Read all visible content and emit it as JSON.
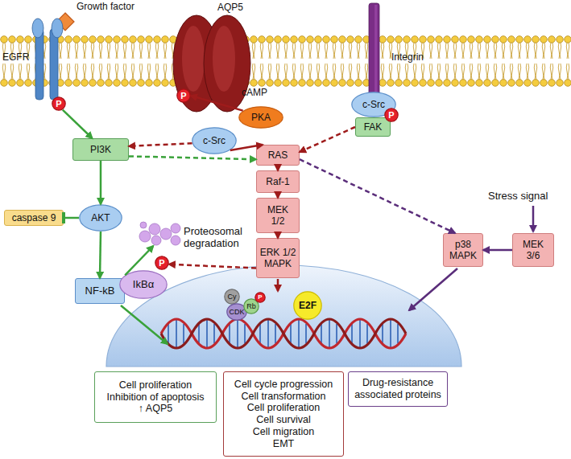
{
  "diagram": {
    "nodes": [
      {
        "text": [
          "Growth factor"
        ]
      },
      {
        "text": [
          "EGFR"
        ]
      },
      {
        "text": [
          "P"
        ]
      },
      {
        "text": [
          "AQP5"
        ]
      },
      {
        "text": [
          "P"
        ]
      },
      {
        "text": [
          "cAMP",
          "PKA"
        ]
      },
      {
        "text": [
          "Integrin"
        ]
      },
      {
        "text": [
          "c-Src"
        ]
      },
      {
        "text": [
          "c-Src"
        ]
      },
      {
        "text": [
          "FAK"
        ]
      },
      {
        "text": [
          "P"
        ]
      },
      {
        "text": [
          "PI3K"
        ]
      },
      {
        "text": [
          "RAS"
        ]
      },
      {
        "text": [
          "Raf-1"
        ]
      },
      {
        "text": [
          "MEK 1/2"
        ]
      },
      {
        "text": [
          "AKT"
        ]
      },
      {
        "text": [
          "caspase 9"
        ]
      },
      {
        "text": [
          "Proteosomal degradation"
        ]
      },
      {
        "text": [
          "ERK 1/2 MAPK"
        ]
      },
      {
        "text": [
          "p38 MAPK"
        ]
      },
      {
        "text": [
          "MEK 3/6"
        ]
      },
      {
        "text": [
          "P"
        ]
      },
      {
        "text": [
          "NF-kB"
        ]
      },
      {
        "text": [
          "IkBα"
        ]
      },
      {
        "text": [
          "Cy"
        ]
      },
      {
        "text": [
          "CDK"
        ]
      },
      {
        "text": [
          "Rb"
        ]
      },
      {
        "text": [
          "P"
        ]
      },
      {
        "text": [
          "E2F"
        ]
      },
      {
        "text": [
          "Cell proliferation",
          "Inhibition of apoptosis",
          "↑ AQP5"
        ]
      },
      {
        "text": [
          "Cell cycle progression",
          "Cell transformation",
          "Cell proliferation",
          "Cell survival",
          "Cell migration",
          "EMT"
        ]
      },
      {
        "text": [
          "Drug-resistance associated proteins"
        ]
      }
    ],
    "edges": [
      {
        "from": 2,
        "to": 11,
        "arrow": "to"
      },
      {
        "from": 5,
        "to": 4,
        "arrow": "to"
      },
      {
        "from": 7,
        "to": 11,
        "arrow": "to"
      },
      {
        "from": 7,
        "to": 12,
        "arrow": "to"
      },
      {
        "from": 11,
        "to": 12,
        "arrow": "to"
      },
      {
        "from": 9,
        "to": 12,
        "arrow": "to"
      },
      {
        "from": 11,
        "to": 15,
        "arrow": "to"
      },
      {
        "from": 15,
        "to": 16,
        "arrow": "to"
      },
      {
        "from": 15,
        "to": 22,
        "arrow": "to"
      },
      {
        "from": 23,
        "to": 17,
        "arrow": "to"
      },
      {
        "from": 18,
        "to": 21,
        "arrow": "to"
      },
      {
        "from": 12,
        "to": 13,
        "arrow": "to"
      },
      {
        "from": 13,
        "to": 14,
        "arrow": "to"
      },
      {
        "from": 14,
        "to": 18,
        "arrow": "to"
      },
      {
        "from": 12,
        "to": 19,
        "arrow": "to"
      },
      {
        "from": 20,
        "to": 19,
        "arrow": "to"
      }
    ],
    "labels": [
      "Stress signal"
    ]
  }
}
